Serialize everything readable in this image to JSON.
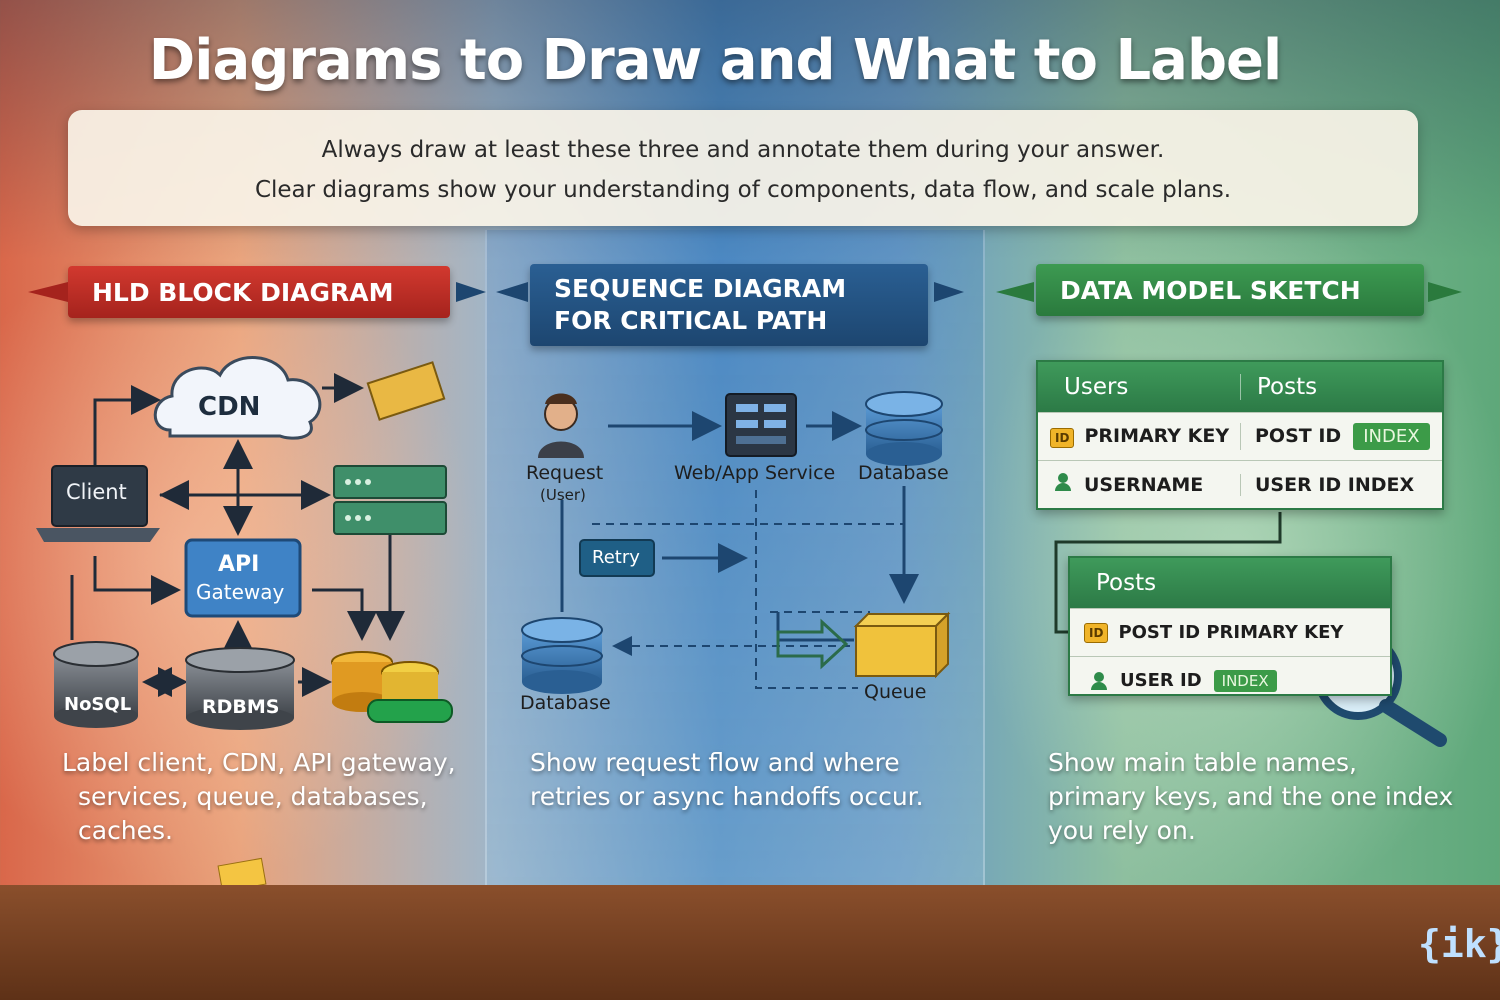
{
  "title": "Diagrams to Draw and What to Label",
  "intro": {
    "line1": "Always draw at least these three and annotate them during your answer.",
    "line2": "Clear diagrams show your understanding of components, data flow, and scale plans."
  },
  "hld": {
    "banner": "HLD BLOCK DIAGRAM",
    "nodes": {
      "cdn": "CDN",
      "client": "Client",
      "api_line1": "API",
      "api_line2": "Gateway",
      "nosql": "NoSQL",
      "rdbms": "RDBMS"
    },
    "caption_lines": [
      "Label client, CDN, API gateway,",
      "services, queue, databases,",
      "caches."
    ]
  },
  "sequence": {
    "banner_line1": "SEQUENCE DIAGRAM",
    "banner_line2": "FOR CRITICAL PATH",
    "nodes": {
      "request": "Request",
      "request_sub": "(User)",
      "service": "Web/App Service",
      "database_top": "Database",
      "retry": "Retry",
      "database_bottom": "Database",
      "queue": "Queue"
    },
    "caption_lines": [
      "Show request flow and where",
      "retries or async handoffs occur."
    ]
  },
  "datamodel": {
    "banner": "DATA MODEL SKETCH",
    "table1": {
      "col1": "Users",
      "col2": "Posts",
      "r1c1_tag": "ID",
      "r1c1": "PRIMARY KEY",
      "r1c2": "POST ID",
      "r1c2_badge": "INDEX",
      "r2c1": "USERNAME",
      "r2c2": "USER ID INDEX"
    },
    "table2": {
      "header": "Posts",
      "r1_tag": "ID",
      "r1": "POST ID PRIMARY  KEY",
      "r2": "USER ID",
      "r2_badge": "INDEX"
    },
    "caption_lines": [
      "Show main table names,",
      "primary keys, and the one index",
      "you rely on."
    ]
  },
  "logo": "{ik}"
}
